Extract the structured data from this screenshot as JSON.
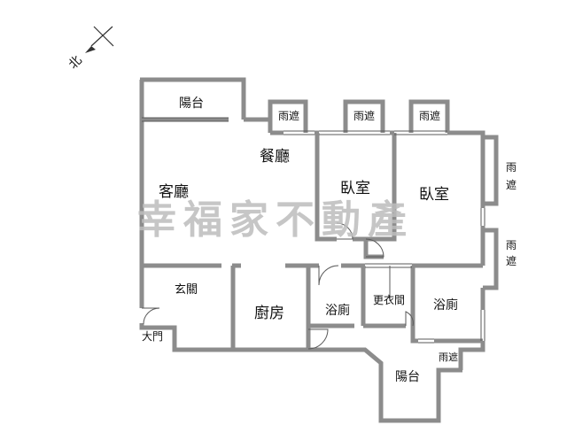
{
  "compass": {
    "label": "北",
    "icon": "north-arrow-icon"
  },
  "rooms": {
    "balcony_top": "陽台",
    "canopy_1": "雨遮",
    "canopy_2": "雨遮",
    "canopy_3": "雨遮",
    "dining": "餐廳",
    "living": "客廳",
    "bedroom_1": "臥室",
    "bedroom_2": "臥室",
    "canopy_right_1": "雨遮",
    "canopy_right_2": "雨遮",
    "foyer": "玄關",
    "kitchen": "廚房",
    "bath_1": "浴廁",
    "closet": "更衣間",
    "bath_2": "浴廁",
    "main_door": "大門",
    "canopy_bottom": "雨遮",
    "balcony_bottom": "陽台"
  },
  "watermark": "幸福家不動產",
  "colors": {
    "wall": "#8c8c8c",
    "wall_edge": "#5a5a5a",
    "text": "#111111",
    "watermark": "#bcbcbc"
  }
}
